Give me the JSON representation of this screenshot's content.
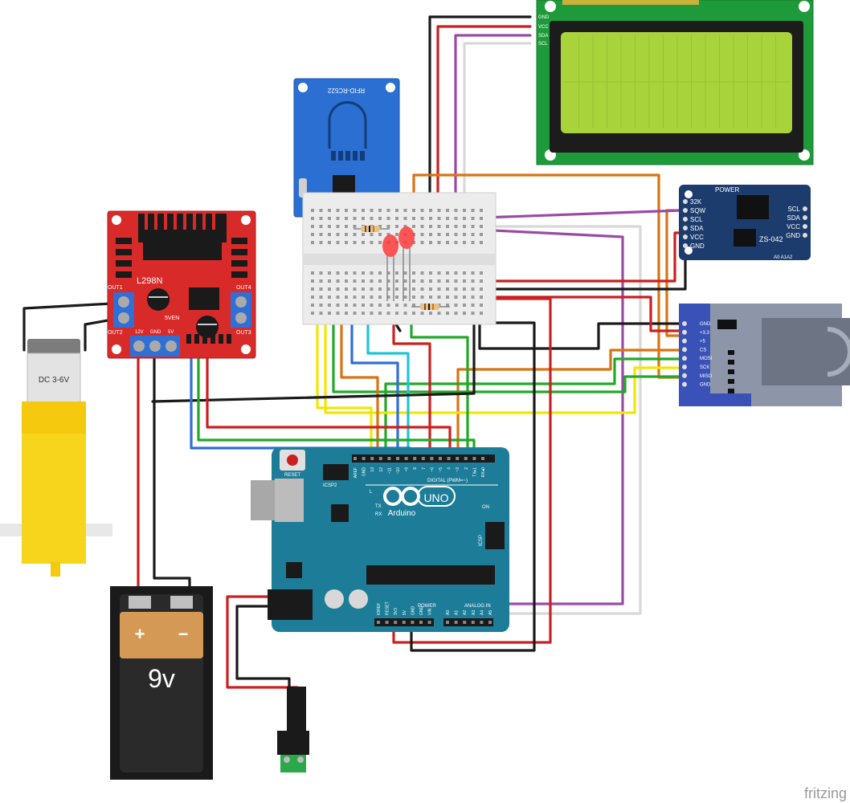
{
  "watermark": "fritzing",
  "components": {
    "lcd": {
      "pins": [
        "GND",
        "VCC",
        "SDA",
        "SCL"
      ]
    },
    "rfid": {
      "label": "RFID-RC522"
    },
    "rtc": {
      "title": "POWER",
      "model": "ZS-042",
      "left_pins": [
        "32K",
        "SQW",
        "SCL",
        "SDA",
        "VCC",
        "GND"
      ],
      "right_pins": [
        "SCL",
        "SDA",
        "VCC",
        "GND"
      ],
      "address_pins": "A0 A1A2"
    },
    "sd": {
      "pins": [
        "GND",
        "+3.3",
        "+5",
        "CS",
        "MOSI",
        "SCK",
        "MISO",
        "GND"
      ]
    },
    "driver": {
      "label": "L298N",
      "enable": "5VEN",
      "out1": "OUT1",
      "out2": "OUT2",
      "out3": "OUT3",
      "out4": "OUT4",
      "power_labels": [
        "12V",
        "GND",
        "5V"
      ]
    },
    "motor": {
      "label": "DC 3-6V"
    },
    "battery": {
      "plus": "+",
      "minus": "−",
      "voltage": "9v"
    },
    "arduino": {
      "reset": "RESET",
      "icsp2": "ICSP2",
      "icsp": "ICSP",
      "logo_text": "Arduino",
      "model": "UNO",
      "digital": "DIGITAL (PWM=~)",
      "on": "ON",
      "tx": "TX",
      "rx": "RX",
      "l": "L",
      "power": "POWER",
      "analog": "ANALOG IN",
      "digital_pins": [
        "AREF",
        "GND",
        "13",
        "12",
        "~11",
        "~10",
        "~9",
        "8",
        "7",
        "~6",
        "~5",
        "4",
        "~3",
        "2",
        "TX▸1",
        "RX◂0"
      ],
      "power_pins": [
        "IOREF",
        "RESET",
        "3V3",
        "5V",
        "GND",
        "GND",
        "VIN"
      ],
      "analog_pins": [
        "A0",
        "A1",
        "A2",
        "A3",
        "A4",
        "A5"
      ]
    }
  },
  "colors": {
    "red": "#cc1f1f",
    "black": "#1a1a1a",
    "yellow": "#f2e600",
    "green": "#22a829",
    "blue": "#2f6fd6",
    "cyan": "#1ec4d6",
    "orange": "#d87412",
    "purple": "#9a4aa6",
    "white": "#d8d8d8",
    "arduino_blue": "#1d7d99",
    "lcd_board": "#1f9a3a",
    "lcd_screen": "#a9d33a",
    "driver_red": "#d92a2a",
    "sd_blue": "#3a52b8",
    "rtc_navy": "#1d3c6e",
    "rfid_blue": "#2a6fd1",
    "motor_yellow": "#f7d51d"
  }
}
